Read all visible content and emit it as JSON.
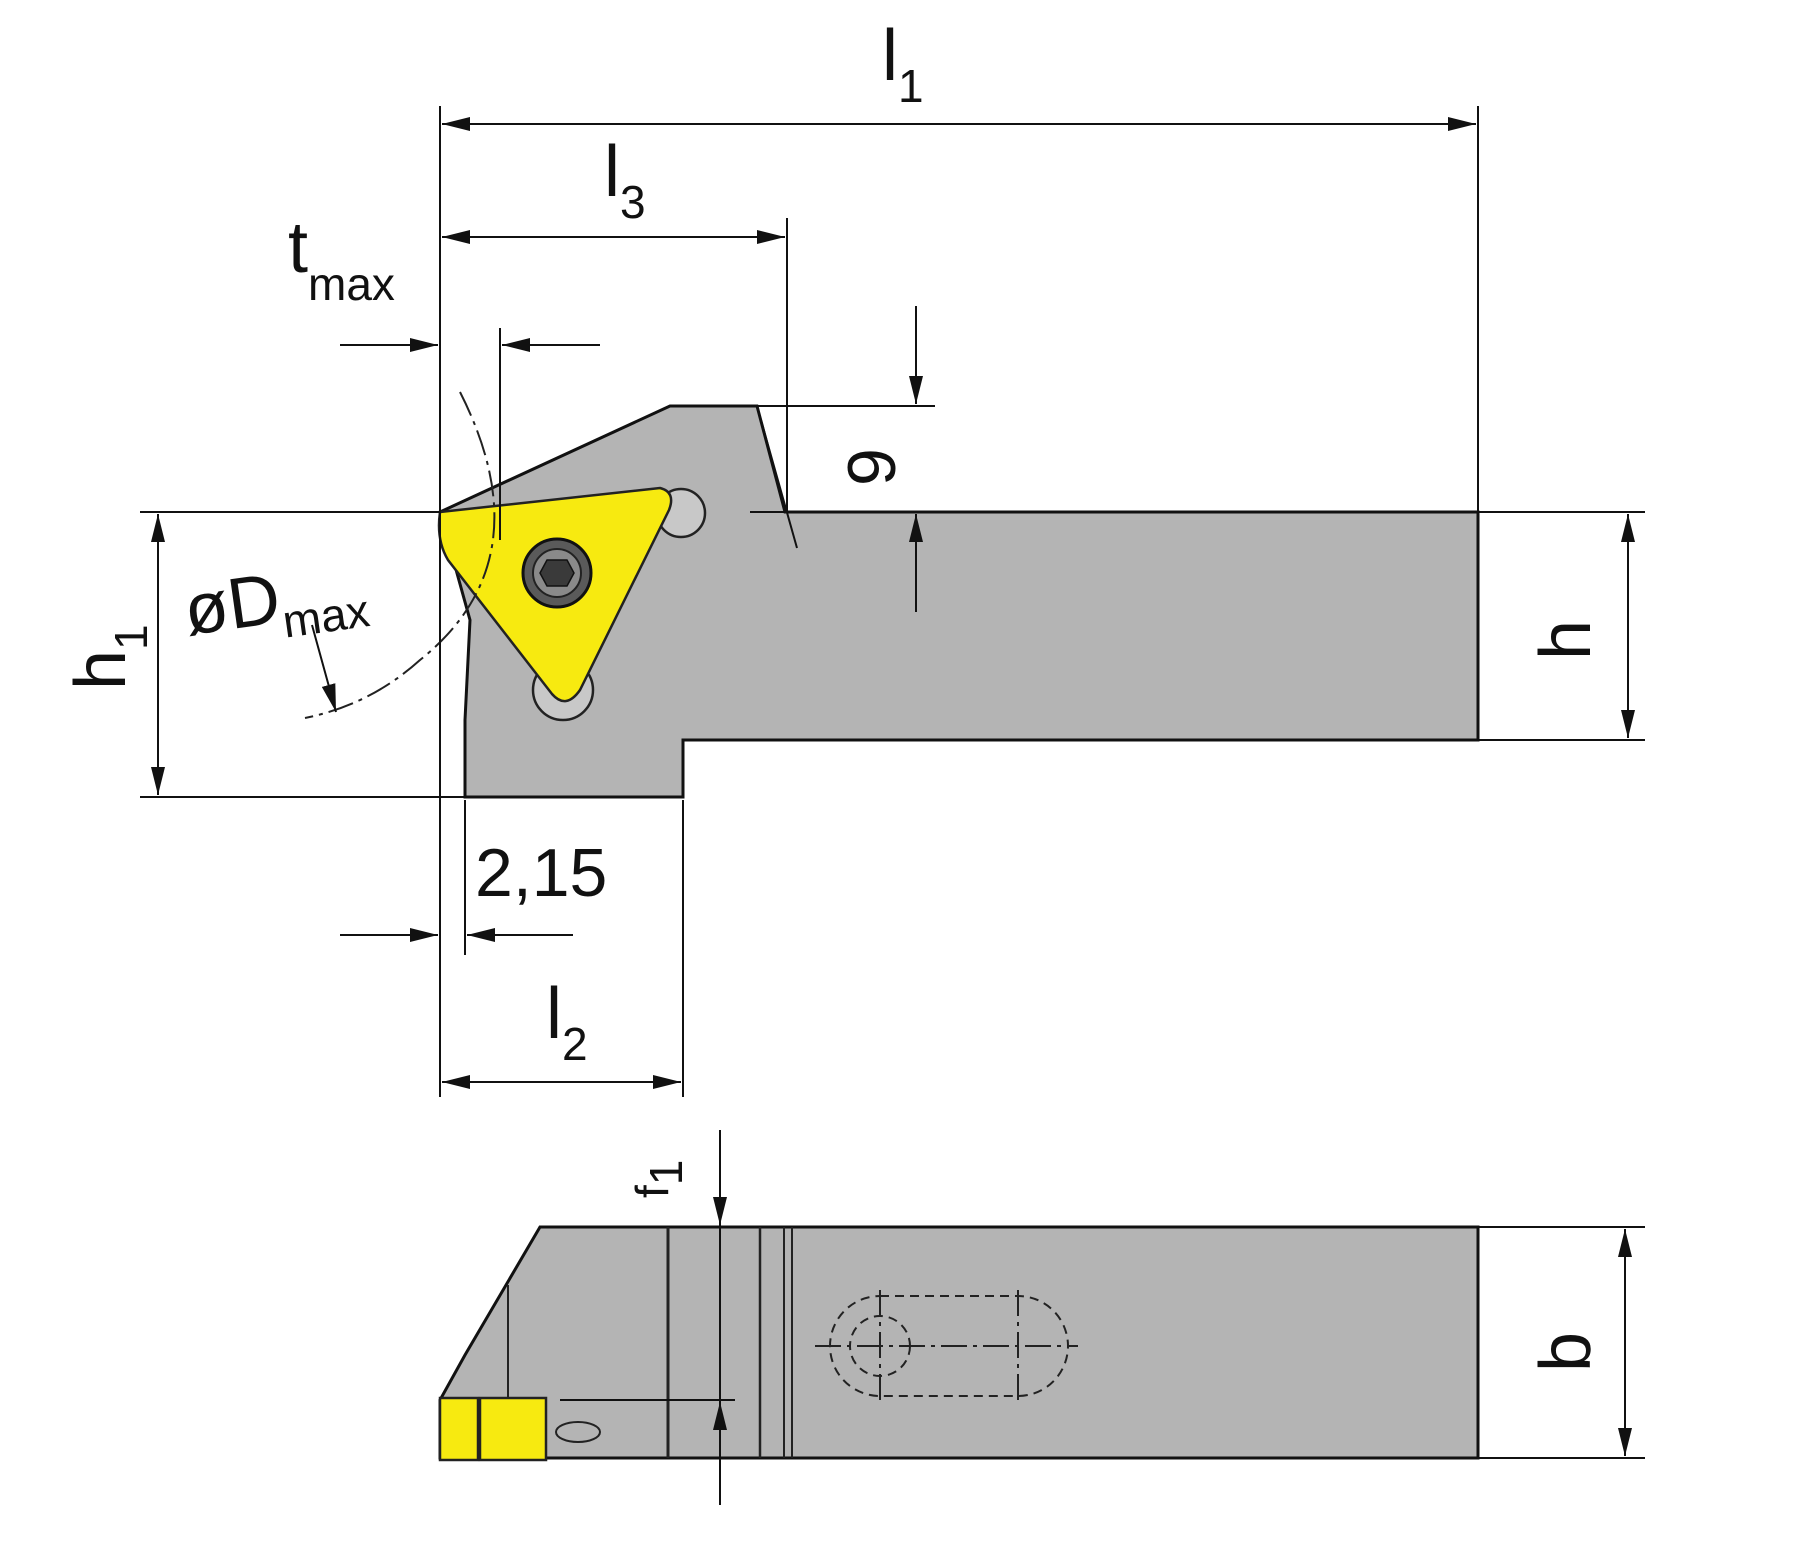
{
  "diagram": {
    "labels": {
      "l1": {
        "main": "l",
        "sub": "1"
      },
      "l3": {
        "main": "l",
        "sub": "3"
      },
      "l2": {
        "main": "l",
        "sub": "2"
      },
      "tmax": {
        "main": "t",
        "sub": "max"
      },
      "dmax": {
        "main": "øD",
        "sub": "max"
      },
      "h1": {
        "main": "h",
        "sub": "1"
      },
      "h": "h",
      "b": "b",
      "f1": {
        "main": "f",
        "sub": "1"
      },
      "dim_9": "9",
      "dim_215": "2,15"
    },
    "colors": {
      "holder": "#b4b4b4",
      "insert": "#f7ea10",
      "outline": "#111111"
    }
  }
}
